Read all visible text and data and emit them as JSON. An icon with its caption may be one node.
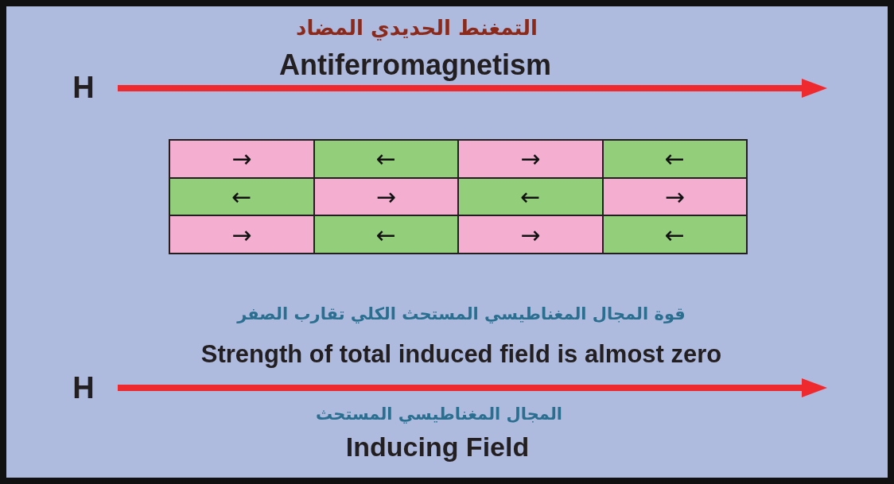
{
  "diagram": {
    "title": "التمغنط الحديدي المضاد",
    "nodes": [
      {
        "text": [
          "→"
        ]
      },
      {
        "text": [
          "←"
        ]
      },
      {
        "text": [
          "→"
        ]
      },
      {
        "text": [
          "←"
        ]
      },
      {
        "text": [
          "←"
        ]
      },
      {
        "text": [
          "→"
        ]
      },
      {
        "text": [
          "←"
        ]
      },
      {
        "text": [
          "→"
        ]
      },
      {
        "text": [
          "→"
        ]
      },
      {
        "text": [
          "←"
        ]
      },
      {
        "text": [
          "→"
        ]
      },
      {
        "text": [
          "←"
        ]
      }
    ],
    "labels": [
      "Antiferromagnetism",
      "H",
      "قوة المجال المغناطيسي المستحث الكلي تقارب الصفر",
      "Strength of total induced field is almost zero",
      "H",
      "المجال المغناطيسي المستحث",
      "Inducing Field"
    ]
  }
}
